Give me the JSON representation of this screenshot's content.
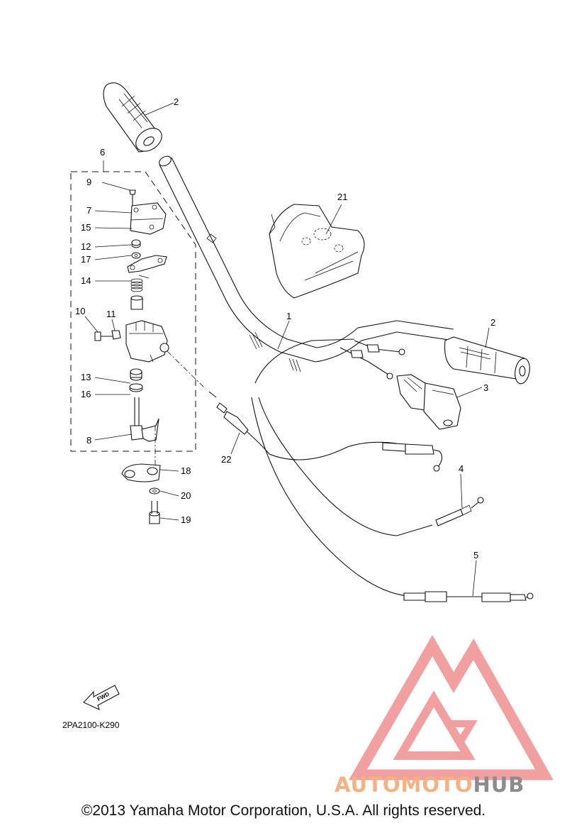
{
  "diagram": {
    "callouts": [
      {
        "id": "c1",
        "label": "1"
      },
      {
        "id": "c2a",
        "label": "2"
      },
      {
        "id": "c2b",
        "label": "2"
      },
      {
        "id": "c3",
        "label": "3"
      },
      {
        "id": "c4",
        "label": "4"
      },
      {
        "id": "c5",
        "label": "5"
      },
      {
        "id": "c6",
        "label": "6"
      },
      {
        "id": "c7",
        "label": "7"
      },
      {
        "id": "c8",
        "label": "8"
      },
      {
        "id": "c9",
        "label": "9"
      },
      {
        "id": "c10",
        "label": "10"
      },
      {
        "id": "c11",
        "label": "11"
      },
      {
        "id": "c12",
        "label": "12"
      },
      {
        "id": "c13",
        "label": "13"
      },
      {
        "id": "c14",
        "label": "14"
      },
      {
        "id": "c15",
        "label": "15"
      },
      {
        "id": "c16",
        "label": "16"
      },
      {
        "id": "c17",
        "label": "17"
      },
      {
        "id": "c18",
        "label": "18"
      },
      {
        "id": "c19",
        "label": "19"
      },
      {
        "id": "c20",
        "label": "20"
      },
      {
        "id": "c21",
        "label": "21"
      },
      {
        "id": "c22",
        "label": "22"
      }
    ],
    "direction_label": "FWD",
    "part_code": "2PA2100-K290"
  },
  "watermark": {
    "text_orange": "AUTOMOTO",
    "text_gray": "HUB",
    "color_orange": "#f4b183",
    "color_gray": "#8c8c8c",
    "color_logo": "#ef8f8f"
  },
  "footer": {
    "copyright": "©2013 Yamaha Motor Corporation, U.S.A. All rights reserved."
  }
}
